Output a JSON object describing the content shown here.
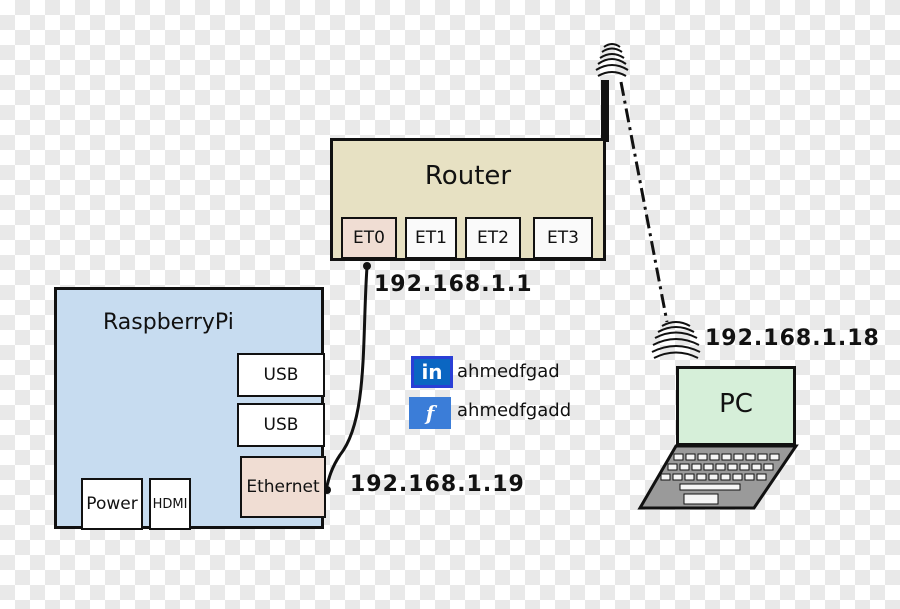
{
  "router": {
    "title": "Router",
    "ports": [
      "ET0",
      "ET1",
      "ET2",
      "ET3"
    ],
    "ip": "192.168.1.1"
  },
  "raspberry_pi": {
    "title": "RaspberryPi",
    "ports": {
      "usb1": "USB",
      "usb2": "USB",
      "ethernet": "Ethernet",
      "power": "Power",
      "hdmi": "HDMI"
    },
    "ip": "192.168.1.19"
  },
  "pc": {
    "label": "PC",
    "ip": "192.168.1.18"
  },
  "social": {
    "linkedin_icon": "in",
    "linkedin_handle": "ahmedfgad",
    "facebook_icon": "f",
    "facebook_handle": "ahmedfgadd"
  },
  "colors": {
    "router_fill": "#e7e1c3",
    "rpi_fill": "#c7dcf0",
    "ethernet_port": "#f0ddd3",
    "pc_screen": "#d6efd9",
    "linkedin": "#0a66c2",
    "facebook": "#3b7dd8"
  }
}
